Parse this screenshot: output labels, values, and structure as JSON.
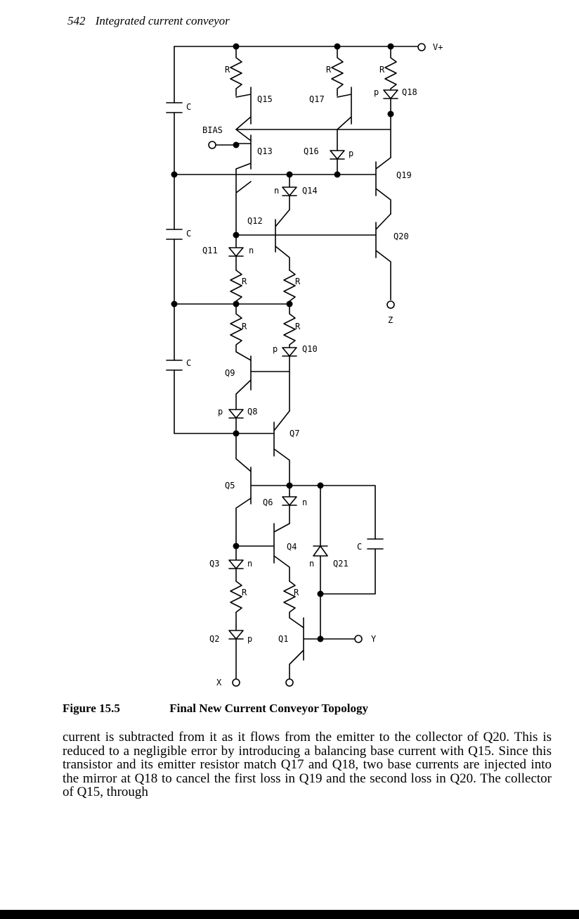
{
  "header": {
    "page_number": "542",
    "running_title": "Integrated current conveyor"
  },
  "figure": {
    "number": "Figure 15.5",
    "title": "Final New Current Conveyor Topology",
    "labels": {
      "vplus": "V+",
      "bias": "BIAS",
      "x": "X",
      "y": "Y",
      "z": "Z",
      "r": "R",
      "c": "C",
      "p": "p",
      "n": "n",
      "q1": "Q1",
      "q2": "Q2",
      "q3": "Q3",
      "q4": "Q4",
      "q5": "Q5",
      "q6": "Q6",
      "q7": "Q7",
      "q8": "Q8",
      "q9": "Q9",
      "q10": "Q10",
      "q11": "Q11",
      "q12": "Q12",
      "q13": "Q13",
      "q14": "Q14",
      "q15": "Q15",
      "q16": "Q16",
      "q17": "Q17",
      "q18": "Q18",
      "q19": "Q19",
      "q20": "Q20",
      "q21": "Q21"
    }
  },
  "body": {
    "paragraph": "current is subtracted from it as it flows from the emitter to the collector of Q20. This is reduced to a negligible error by introducing a balancing base current with Q15. Since this transistor and its emitter resistor match Q17 and Q18, two base currents are injected into the mirror at Q18 to cancel the first loss in Q19 and the second loss in Q20. The collector of Q15, through"
  }
}
